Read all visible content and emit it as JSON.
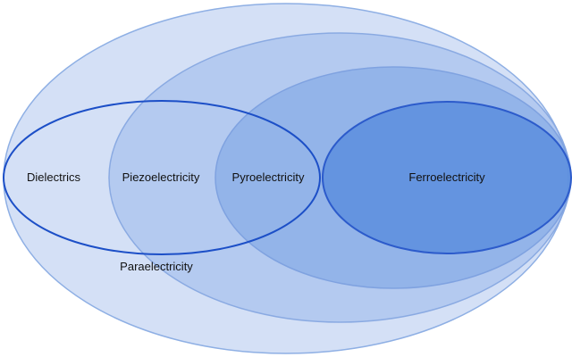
{
  "labels": {
    "dielectrics": "Dielectrics",
    "piezo": "Piezoelectricity",
    "pyro": "Pyroelectricity",
    "ferro": "Ferroelectricity",
    "para": "Paraelectricity"
  },
  "colors": {
    "fill": "#6a98e0",
    "stroke_light": "#86a8e2",
    "stroke_dark": "#1c4fc7"
  }
}
